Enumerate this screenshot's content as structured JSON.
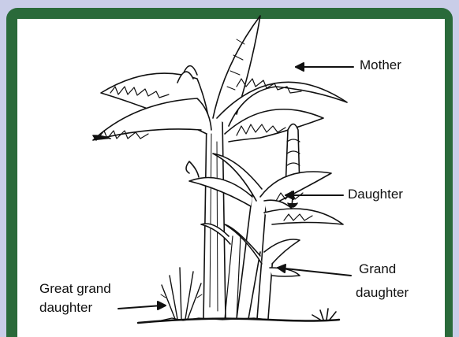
{
  "labels": {
    "mother": "Mother",
    "daughter": "Daughter",
    "grand_daughter_line1": "Grand",
    "grand_daughter_line2": "daughter",
    "great_grand_daughter_line1": "Great grand",
    "great_grand_daughter_line2": "daughter"
  },
  "colors": {
    "background": "#c9cde8",
    "frame": "#2a6a3a",
    "board": "#ffffff",
    "ink": "#111111"
  }
}
